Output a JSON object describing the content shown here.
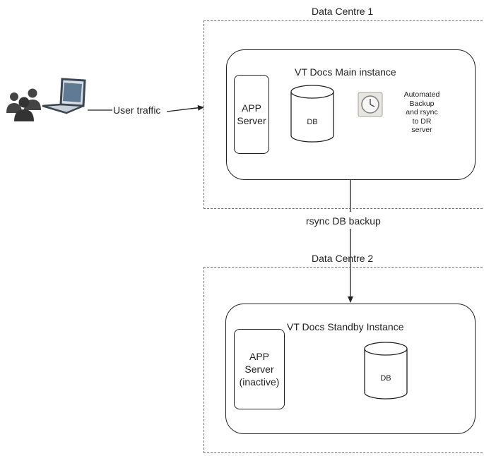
{
  "data_centres": [
    {
      "label": "Data Centre 1",
      "instance": {
        "title": "VT Docs Main instance",
        "app_server": "APP\nServer",
        "db": "DB",
        "note": "Automated\nBackup\nand rsync\nto DR\nserver"
      }
    },
    {
      "label": "Data Centre 2",
      "instance": {
        "title": "VT Docs Standby Instance",
        "app_server": "APP\nServer\n(inactive)",
        "db": "DB"
      }
    }
  ],
  "edges": {
    "user_traffic": "User traffic",
    "rsync": "rsync DB backup"
  },
  "icons": [
    "users-icon",
    "laptop-icon",
    "clock-icon"
  ]
}
